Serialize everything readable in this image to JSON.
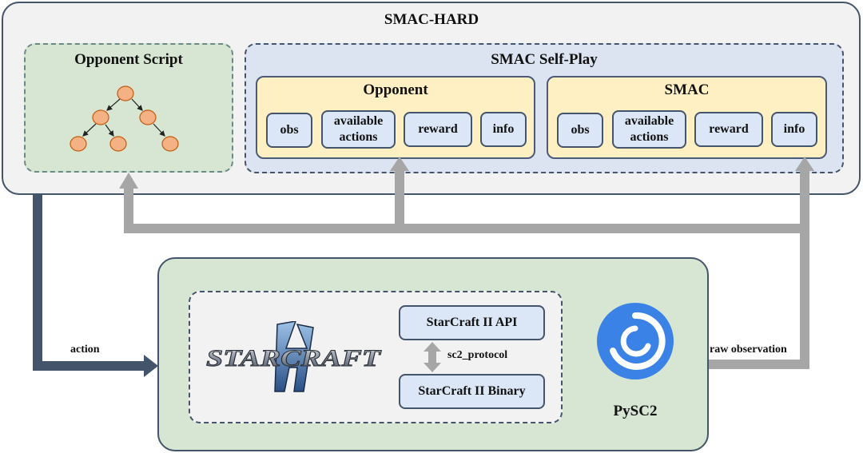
{
  "smac_hard": {
    "title": "SMAC-HARD"
  },
  "opponent_script": {
    "title": "Opponent Script"
  },
  "self_play": {
    "title": "SMAC Self-Play",
    "opponent": {
      "title": "Opponent",
      "items": [
        "obs",
        "available actions",
        "reward",
        "info"
      ]
    },
    "smac": {
      "title": "SMAC",
      "items": [
        "obs",
        "available actions",
        "reward",
        "info"
      ]
    }
  },
  "arrows": {
    "action": "action",
    "raw_observation": "raw observation"
  },
  "starcraft": {
    "logo": "STARCRAFT",
    "api": "StarCraft II API",
    "protocol": "sc2_protocol",
    "binary": "StarCraft II Binary"
  },
  "pysc2": {
    "label": "PySC2"
  },
  "colors": {
    "dark_arrow": "#44546a",
    "gray_arrow": "#a6a6a6",
    "node_fill": "#f4b183",
    "node_stroke": "#c55a11",
    "pysc2_logo": "#3b82e6"
  }
}
